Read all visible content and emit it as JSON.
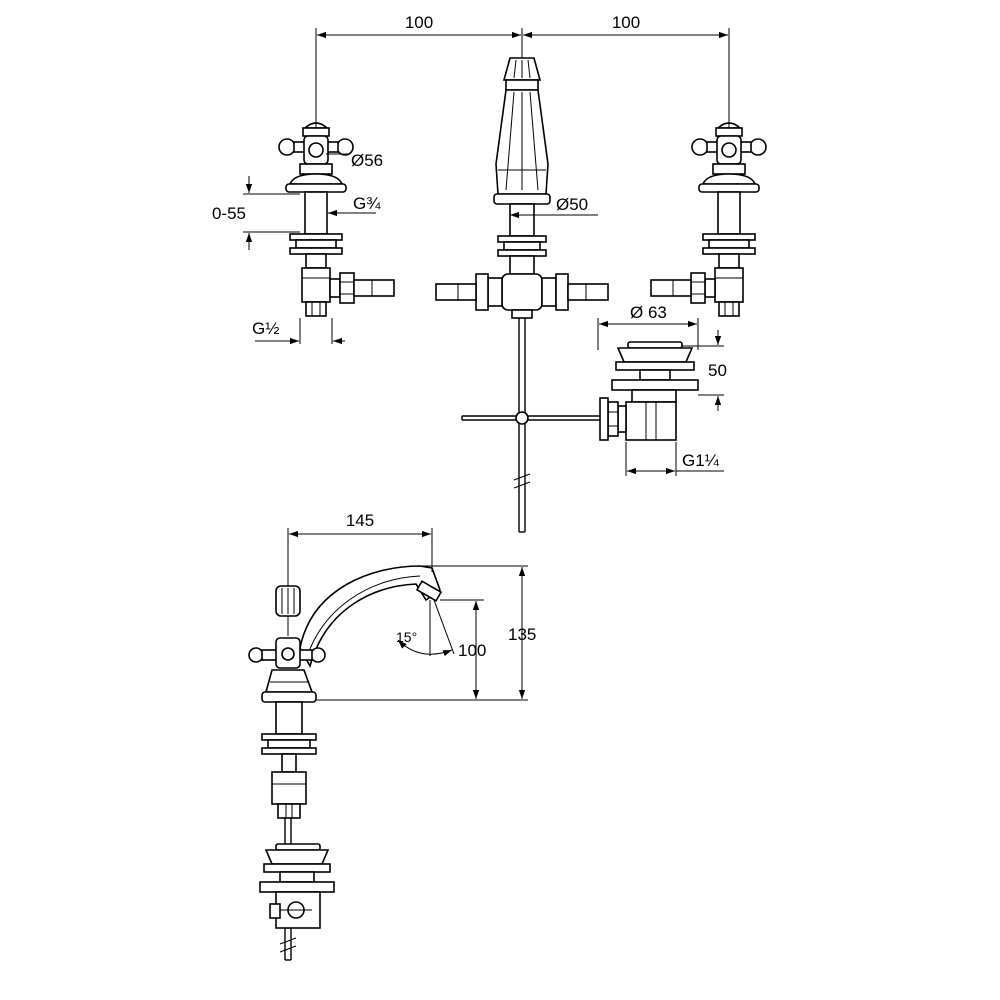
{
  "dimensions": {
    "left_spacing": "100",
    "right_spacing": "100",
    "handle_diameter": "Ø56",
    "adjust_range": "0-55",
    "thread_g34": "G¾",
    "spout_diameter": "Ø50",
    "thread_g12": "G½",
    "waste_diameter": "Ø 63",
    "waste_height": "50",
    "thread_g114": "G1¼",
    "spout_reach": "145",
    "overall_height": "135",
    "outlet_height": "100",
    "spout_angle": "15°"
  }
}
